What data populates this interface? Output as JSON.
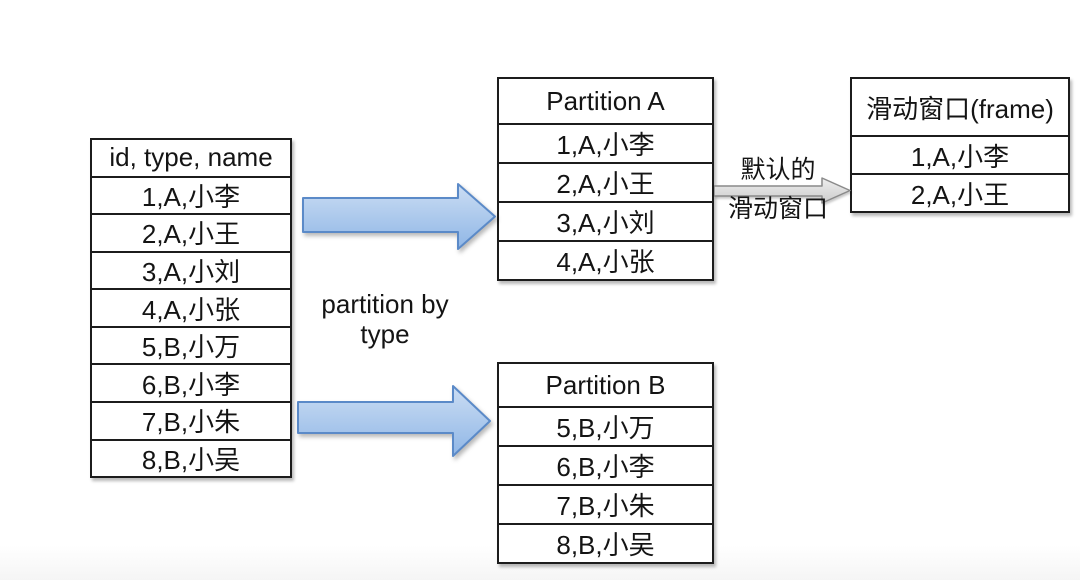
{
  "source_table": {
    "header": "id, type, name",
    "rows": [
      "1,A,小李",
      "2,A,小王",
      "3,A,小刘",
      "4,A,小张",
      "5,B,小万",
      "6,B,小李",
      "7,B,小朱",
      "8,B,小吴"
    ]
  },
  "partition_a_table": {
    "header": "Partition A",
    "rows": [
      "1,A,小李",
      "2,A,小王",
      "3,A,小刘",
      "4,A,小张"
    ]
  },
  "partition_b_table": {
    "header": "Partition B",
    "rows": [
      "5,B,小万",
      "6,B,小李",
      "7,B,小朱",
      "8,B,小吴"
    ]
  },
  "frame_table": {
    "header": "滑动窗口(frame)",
    "rows": [
      "1,A,小李",
      "2,A,小王"
    ]
  },
  "labels": {
    "partition_by_line1": "partition by",
    "partition_by_line2": "type",
    "default_window_line1": "默认的",
    "default_window_line2": "滑动窗口"
  },
  "colors": {
    "table_border": "#1c1c1c",
    "blue_arrow_fill_top": "#cbddf3",
    "blue_arrow_fill_bottom": "#8fb6e6",
    "blue_arrow_stroke": "#5b8ac8",
    "gray_arrow_fill_top": "#eeeeee",
    "gray_arrow_fill_bottom": "#cccccc",
    "gray_arrow_stroke": "#8a8a8a"
  }
}
